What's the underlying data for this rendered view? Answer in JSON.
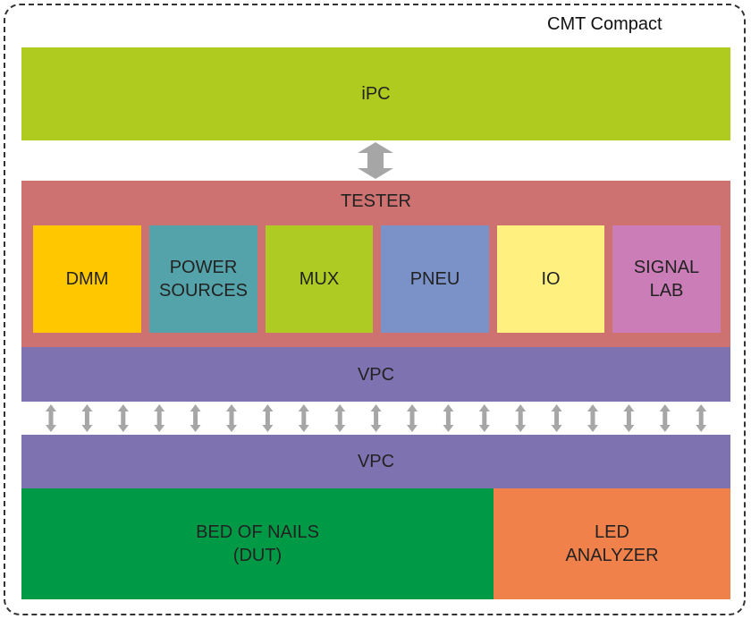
{
  "title": "CMT Compact",
  "ipc": {
    "label": "iPC",
    "color": "#b0cb1f"
  },
  "tester": {
    "label": "TESTER",
    "color": "#cd7270",
    "modules": [
      {
        "label": "DMM",
        "color": "#ffc700"
      },
      {
        "label": "POWER\nSOURCES",
        "color": "#55a3aa"
      },
      {
        "label": "MUX",
        "color": "#aecb24"
      },
      {
        "label": "PNEU",
        "color": "#7a92c8"
      },
      {
        "label": "IO",
        "color": "#fff07f"
      },
      {
        "label": "SIGNAL\nLAB",
        "color": "#cb7db8"
      }
    ]
  },
  "vpc_top": {
    "label": "VPC",
    "color": "#7e72b0"
  },
  "vpc_bottom": {
    "label": "VPC",
    "color": "#7e72b0"
  },
  "bed_of_nails": {
    "label": "BED OF NAILS\n(DUT)",
    "color": "#009a46"
  },
  "led_analyzer": {
    "label": "LED\nANALYZER",
    "color": "#f0814a"
  },
  "arrow_color": "#a6a6a6"
}
